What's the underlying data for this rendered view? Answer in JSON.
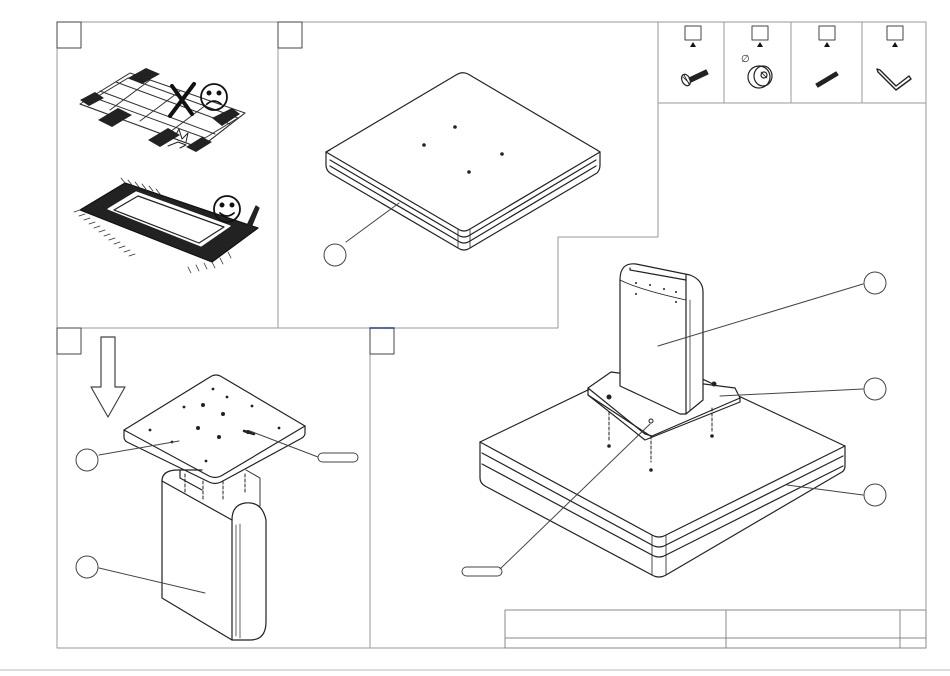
{
  "sheet": {
    "step_numbers": [
      "",
      "",
      "",
      ""
    ],
    "callouts": [
      "",
      "",
      "",
      "",
      "",
      "",
      ""
    ],
    "hardware_counts": [
      "",
      "",
      "",
      ""
    ],
    "diameter_symbol": "∅",
    "title_block_cells": [
      "",
      "",
      ""
    ]
  },
  "icons": {
    "sad_face": "sad-face-icon",
    "smiley_face": "smiley-face-icon",
    "cross_mark": "cross-mark-icon",
    "down_arrow": "down-arrow-icon"
  },
  "hardware": [
    "bolt",
    "cam-lock-nut",
    "dowel-pin",
    "allen-key"
  ]
}
